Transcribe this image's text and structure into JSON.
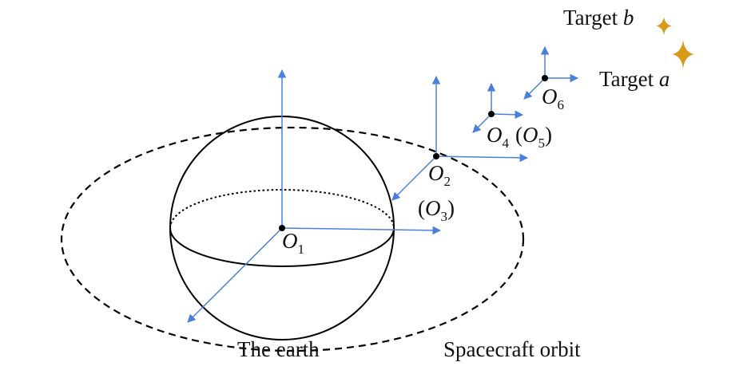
{
  "labels": {
    "earth": "The earth",
    "orbit": "Spacecraft orbit",
    "target_a_word": "Target",
    "target_a_letter": "a",
    "target_b_word": "Target",
    "target_b_letter": "b"
  },
  "origins": {
    "o1": {
      "letter": "O",
      "sub": "1"
    },
    "o2": {
      "letter": "O",
      "sub": "2"
    },
    "o3": {
      "open": "(",
      "letter": "O",
      "sub": "3",
      "close": ")"
    },
    "o4": {
      "letter": "O",
      "sub": "4"
    },
    "o5": {
      "open": "(",
      "letter": "O",
      "sub": "5",
      "close": ")"
    },
    "o6": {
      "letter": "O",
      "sub": "6"
    }
  },
  "colors": {
    "axis": "#4a7fdc",
    "star": "#d99a1a",
    "stroke": "#000000"
  }
}
